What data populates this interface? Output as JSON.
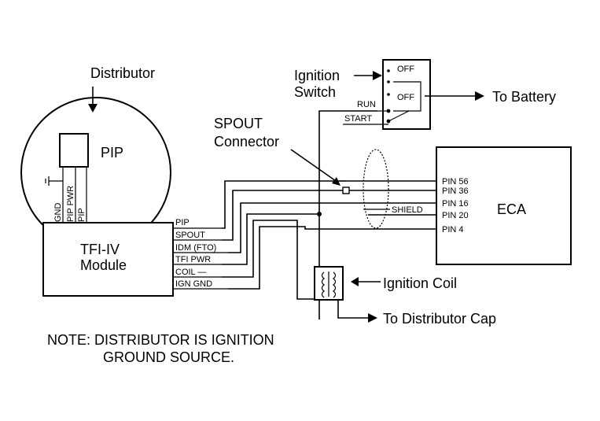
{
  "labels": {
    "distributor": "Distributor",
    "pip": "PIP",
    "gnd": "GND",
    "pip_pwr": "PIP PWR",
    "pip_vert": "PIP",
    "tfi_line1": "TFI-IV",
    "tfi_line2": "Module",
    "ignition_line1": "Ignition",
    "ignition_line2": "Switch",
    "spout_line1": "SPOUT",
    "spout_line2": "Connector",
    "eca": "ECA",
    "shield": "SHIELD",
    "ignition_coil": "Ignition Coil",
    "to_battery": "To Battery",
    "to_distributor_cap": "To Distributor Cap",
    "note_line1": "NOTE: DISTRIBUTOR IS IGNITION",
    "note_line2": "GROUND SOURCE."
  },
  "module_wires": [
    "PIP",
    "SPOUT",
    "IDM (FTO)",
    "TFI PWR",
    "COIL —",
    "IGN GND"
  ],
  "eca_pins": [
    "PIN 56",
    "PIN 36",
    "PIN 16",
    "PIN 20",
    "PIN 4"
  ],
  "switch_positions": [
    "OFF",
    "OFF",
    "RUN",
    "START"
  ]
}
